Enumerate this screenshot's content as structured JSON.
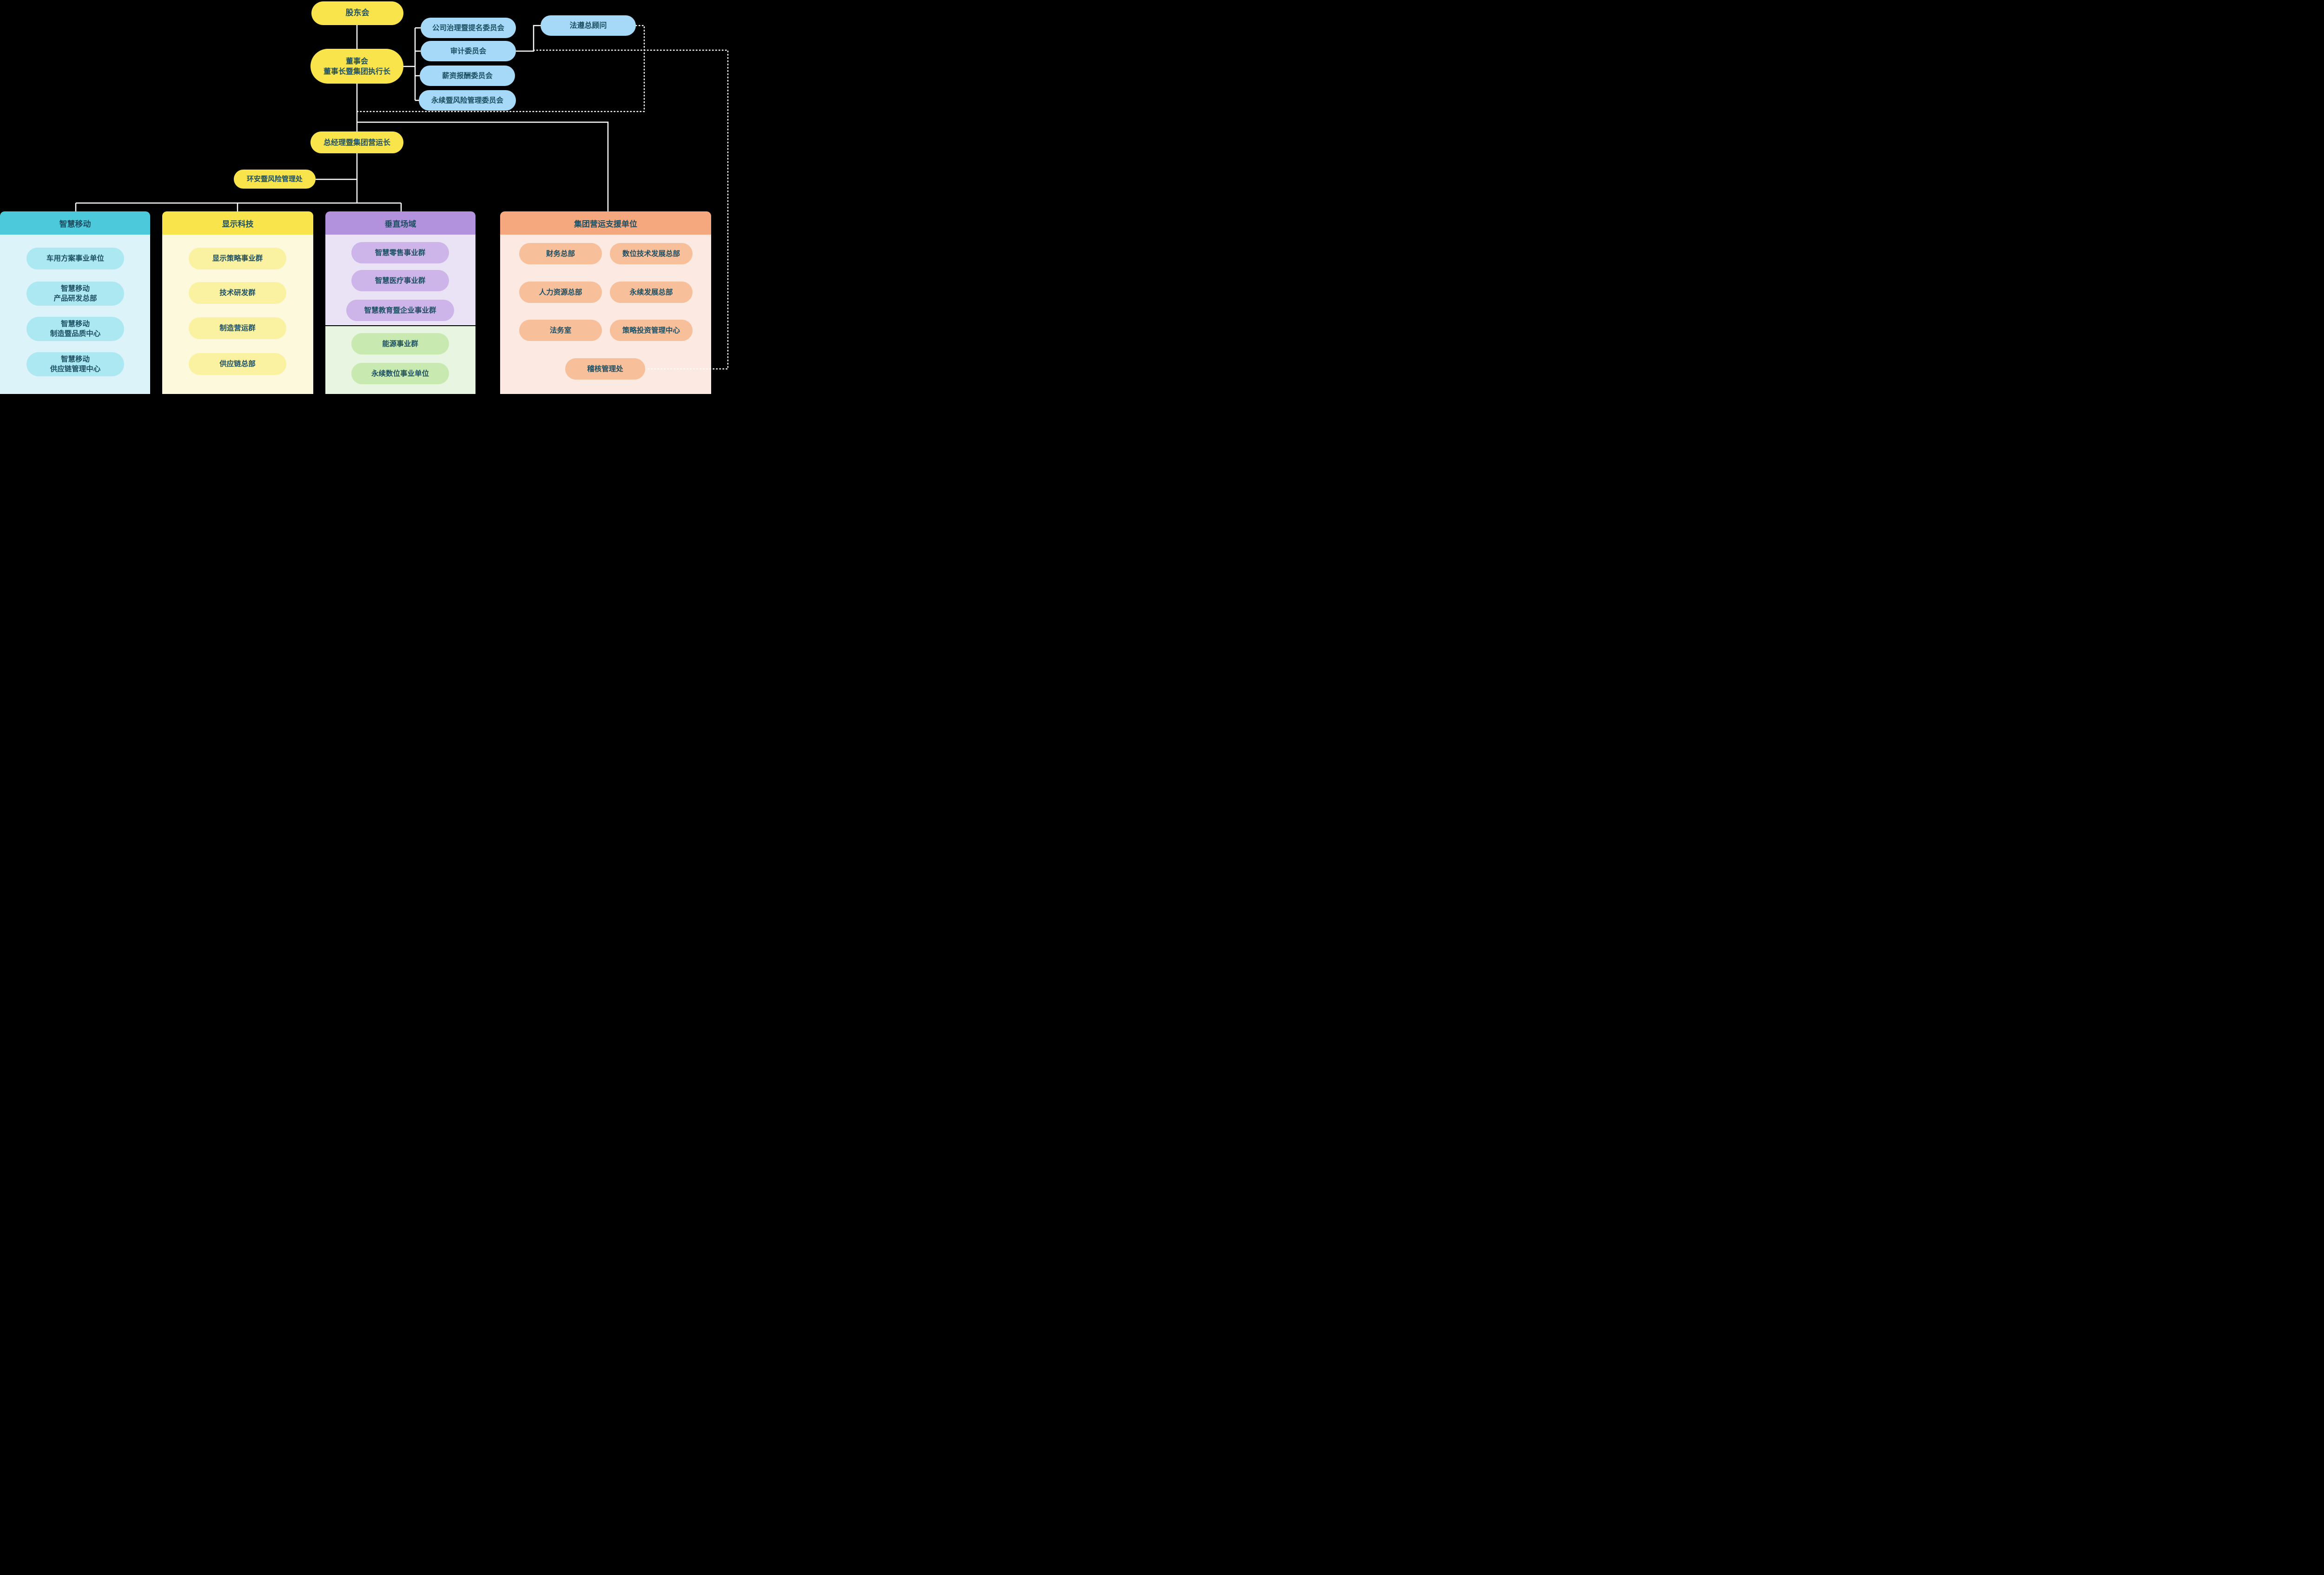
{
  "nodes": {
    "shareholders": {
      "label": "股东会"
    },
    "board": {
      "label": "董事会\n董事长暨集团执行长"
    },
    "committee_governance": {
      "label": "公司治理暨提名委员会"
    },
    "committee_audit": {
      "label": "审计委员会"
    },
    "committee_compensation": {
      "label": "薪资报酬委员会"
    },
    "committee_sustainability": {
      "label": "永续暨风险管理委员会"
    },
    "compliance_counsel": {
      "label": "法遵总顾问"
    },
    "coo": {
      "label": "总经理暨集团营运长"
    },
    "ehs_office": {
      "label": "环安暨风险管理处"
    }
  },
  "columns": [
    {
      "header": "智慧移动",
      "items": [
        {
          "label": "车用方案事业单位"
        },
        {
          "label": "智慧移动\n产品研发总部"
        },
        {
          "label": "智慧移动\n制造暨品质中心"
        },
        {
          "label": "智慧移动\n供应链管理中心"
        }
      ]
    },
    {
      "header": "显示科技",
      "items": [
        {
          "label": "显示策略事业群"
        },
        {
          "label": "技术研发群"
        },
        {
          "label": "制造营运群"
        },
        {
          "label": "供应链总部"
        }
      ]
    },
    {
      "header": "垂直场域",
      "items_purple": [
        {
          "label": "智慧零售事业群"
        },
        {
          "label": "智慧医疗事业群"
        },
        {
          "label": "智慧教育暨企业事业群"
        }
      ],
      "items_green": [
        {
          "label": "能源事业群"
        },
        {
          "label": "永续数位事业单位"
        }
      ]
    },
    {
      "header": "集团营运支援单位",
      "items": [
        {
          "label": "财务总部"
        },
        {
          "label": "数位技术发展总部"
        },
        {
          "label": "人力资源总部"
        },
        {
          "label": "永续发展总部"
        },
        {
          "label": "法务室"
        },
        {
          "label": "策略投资管理中心"
        },
        {
          "label": "稽核管理处"
        }
      ]
    }
  ],
  "colors": {
    "bg": "#000000",
    "ink": "#1d4f63",
    "line": "#ffffff",
    "yellow": "#f9e44c",
    "blue": "#a5d9f7",
    "cyan_header": "#4dc9dc",
    "cyan_body": "#dcf4f9",
    "cyan_pill": "#ace8f2",
    "yellow_body": "#fdf9dc",
    "yellow_pill": "#faf1a1",
    "purple_header": "#b292dc",
    "purple_body": "#eae3f6",
    "purple_pill": "#cdb5ea",
    "green_body": "#e8f5e1",
    "green_pill": "#c8eab0",
    "orange_header": "#f5a87d",
    "orange_body": "#fceae2",
    "orange_pill": "#f8bf9b"
  }
}
